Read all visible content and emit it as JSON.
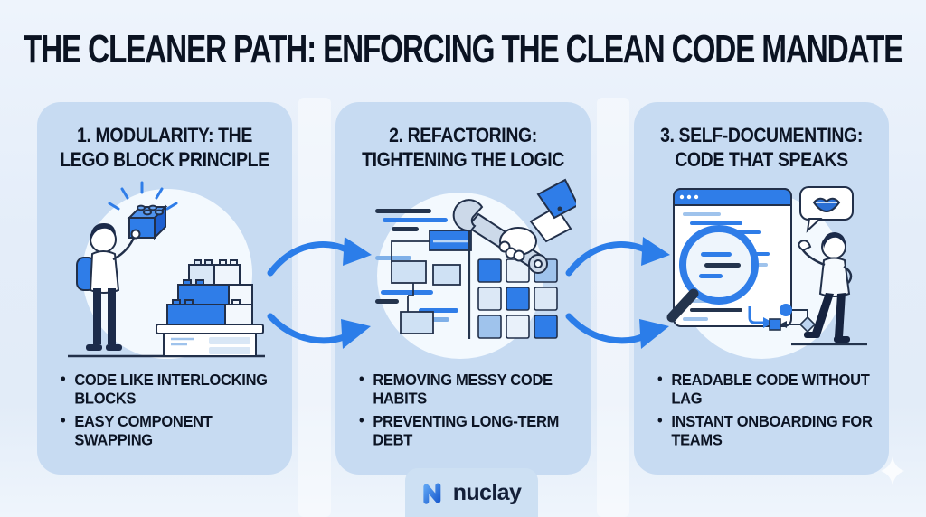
{
  "page": {
    "title": "THE CLEANER PATH: ENFORCING THE CLEAN CODE MANDATE",
    "background_color": "#e4edf9",
    "panel_color": "#c7dbf2",
    "accent_color": "#2b7de9",
    "ink_color": "#0c1424"
  },
  "panels": [
    {
      "id": 1,
      "title_lines": [
        "1. MODULARITY: THE",
        "LEGO BLOCK PRINCIPLE"
      ],
      "illustration": "person holding glowing lego brick beside table stacked with bricks",
      "bullets": [
        "CODE LIKE INTERLOCKING BLOCKS",
        "EASY COMPONENT SWAPPING"
      ]
    },
    {
      "id": 2,
      "title_lines": [
        "2. REFACTORING:",
        "TIGHTENING THE LOGIC"
      ],
      "illustration": "gloved hand with wrench tightening messy code into a clean grid",
      "bullets": [
        "REMOVING MESSY CODE HABITS",
        "PREVENTING LONG-TERM DEBT"
      ]
    },
    {
      "id": 3,
      "title_lines": [
        "3. SELF-DOCUMENTING:",
        "CODE THAT SPEAKS"
      ],
      "illustration": "magnifying glass over code window, speech bubble with lips, presenter",
      "bullets": [
        "READABLE CODE WITHOUT LAG",
        "INSTANT ONBOARDING FOR TEAMS"
      ]
    }
  ],
  "bullet_glyph": "•",
  "footer": {
    "brand": "nuclay"
  }
}
